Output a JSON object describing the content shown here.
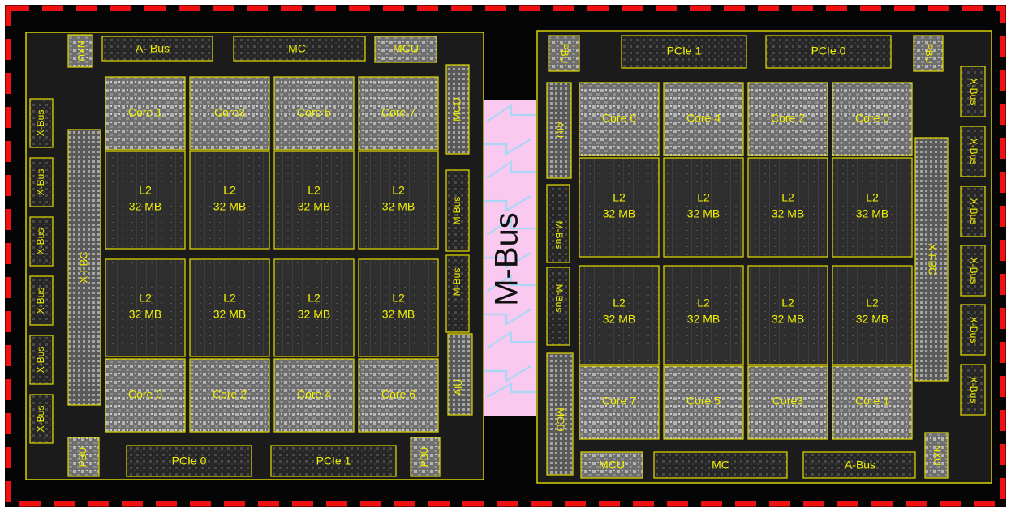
{
  "bridge": {
    "label": "M-Bus"
  },
  "chips": [
    {
      "top_labels": [
        "NXU",
        "A- Bus",
        "MC",
        "MCU"
      ],
      "cores_top": [
        "Core 1",
        "Core3",
        "Core 5",
        "Core 7"
      ],
      "cores_bottom": [
        "Core 0",
        "Core 2",
        "Core 4",
        "Core 6"
      ],
      "l2_line1": "L2",
      "l2_line2": "32 MB",
      "side_labels": [
        "X-Bus",
        "X-Bus",
        "X-Bus",
        "X-Bus",
        "X-Bus",
        "X-Bus"
      ],
      "fbc": "X-FBC",
      "right_labels": [
        "MCD",
        "M-Bus",
        "M-Bus",
        "AIU"
      ],
      "bottom_labels": [
        "PBU",
        "PCIe 0",
        "PCIe 1",
        "PBU"
      ]
    },
    {
      "top_labels": [
        "PBU",
        "PCIe 1",
        "PCIe 0",
        "PBU"
      ],
      "cores_top": [
        "Core 6",
        "Core 4",
        "Core 2",
        "Core 0"
      ],
      "cores_bottom": [
        "Core 7",
        "Core 5",
        "Core3",
        "Core 1"
      ],
      "l2_line1": "L2",
      "l2_line2": "32 MB",
      "side_labels": [
        "X-Bus",
        "X-Bus",
        "X-Bus",
        "X-Bus",
        "X-Bus",
        "X-Bus"
      ],
      "fbc": "X-FBC",
      "left_labels": [
        "AIU",
        "M-Bus",
        "M-Bus",
        "MCD"
      ],
      "bottom_labels": [
        "MCU",
        "MC",
        "A-Bus",
        "NXU"
      ]
    }
  ],
  "colors": {
    "border": "#ee1111",
    "label": "#f2f000",
    "bridge": "#f9c9ef",
    "arrow": "#a9d7f5"
  }
}
